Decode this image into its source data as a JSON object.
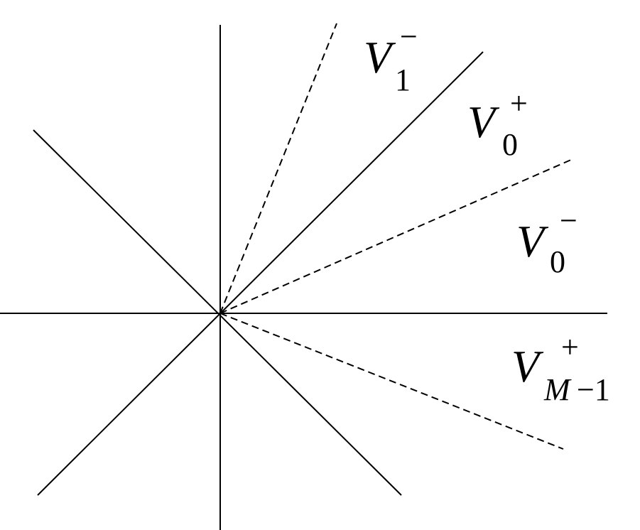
{
  "diagram": {
    "labels": {
      "v1_minus": {
        "base": "V",
        "sub": "1",
        "sup": "−"
      },
      "v0_plus": {
        "base": "V",
        "sub": "0",
        "sup": "+"
      },
      "v0_minus": {
        "base": "V",
        "sub": "0",
        "sup": "−"
      },
      "vm1_plus": {
        "base": "V",
        "sub_var": "M",
        "sub_rest": "−1",
        "sup": "+"
      }
    },
    "line_color": "#000000",
    "background": "#ffffff"
  }
}
